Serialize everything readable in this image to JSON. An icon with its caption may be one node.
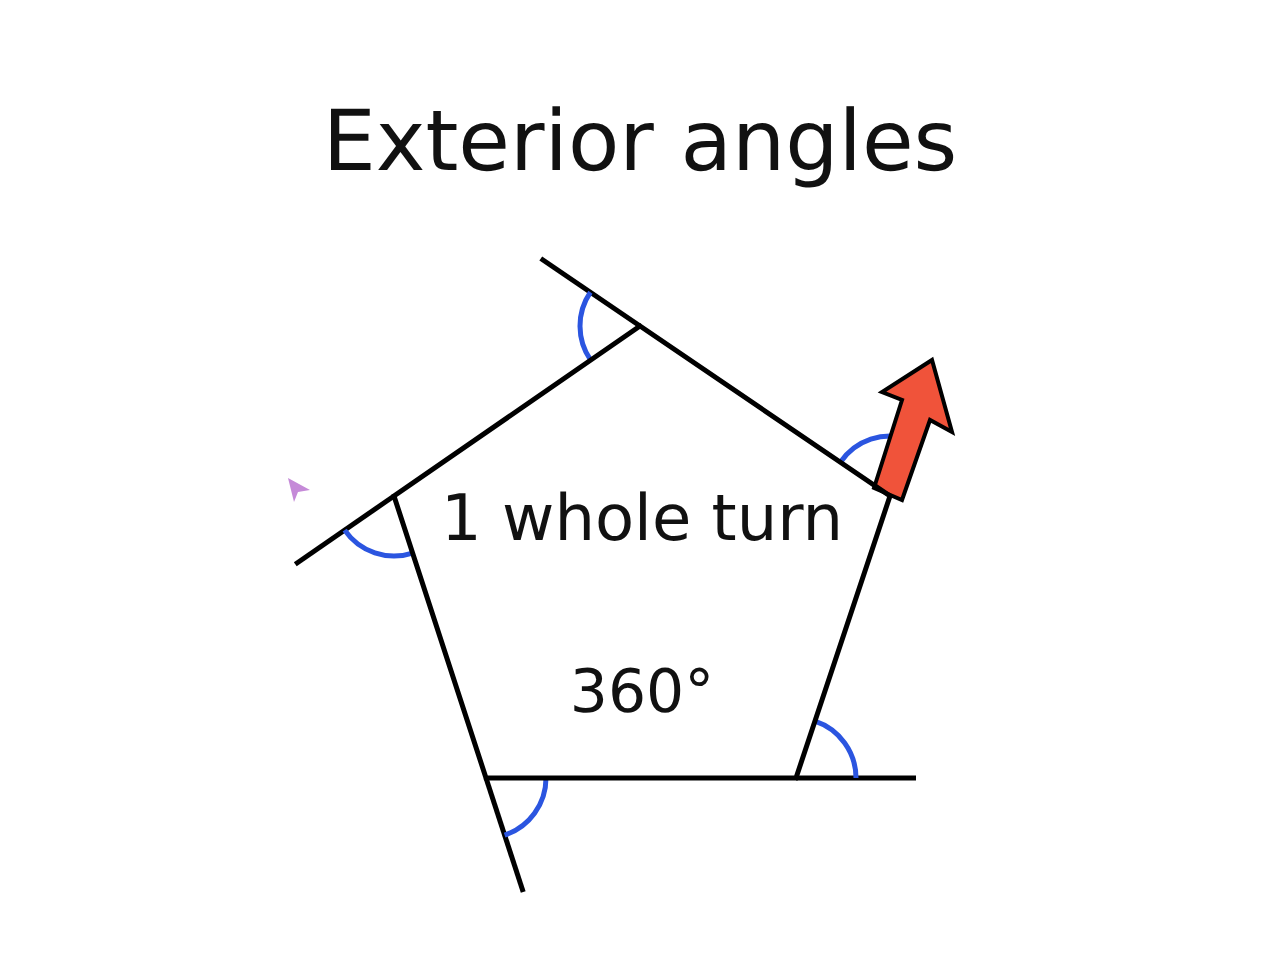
{
  "diagram": {
    "title": "Exterior angles",
    "nodes": [
      {
        "text": [
          "1 whole turn",
          "360°"
        ]
      }
    ]
  }
}
